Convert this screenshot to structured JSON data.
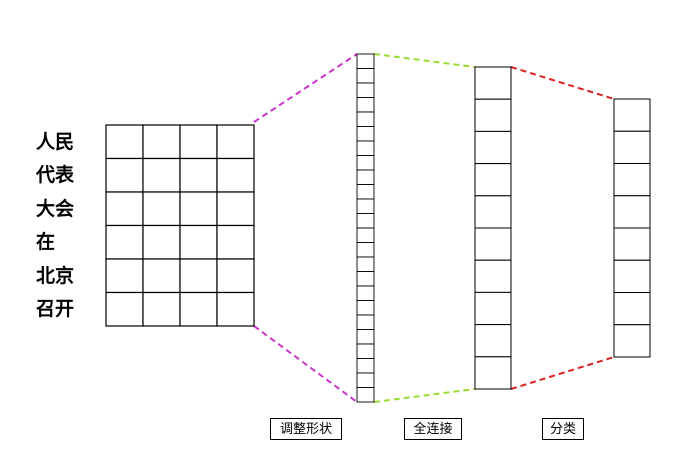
{
  "sentence_tokens": [
    "人民",
    "代表",
    "大会",
    "在",
    "北京",
    "召开"
  ],
  "stages": {
    "reshape": "调整形状",
    "fully_connected": "全连接",
    "classify": "分类"
  },
  "structure": {
    "embedding_matrix": {
      "rows": 6,
      "cols": 4
    },
    "flattened_vector_cells": 24,
    "hidden_layer_cells": 10,
    "output_layer_cells": 8
  },
  "colors": {
    "reshape_connector": "#cc33cc",
    "fully_connected_connector": "#99dd33",
    "classify_connector": "#dd2222",
    "grid_line": "#000000"
  }
}
